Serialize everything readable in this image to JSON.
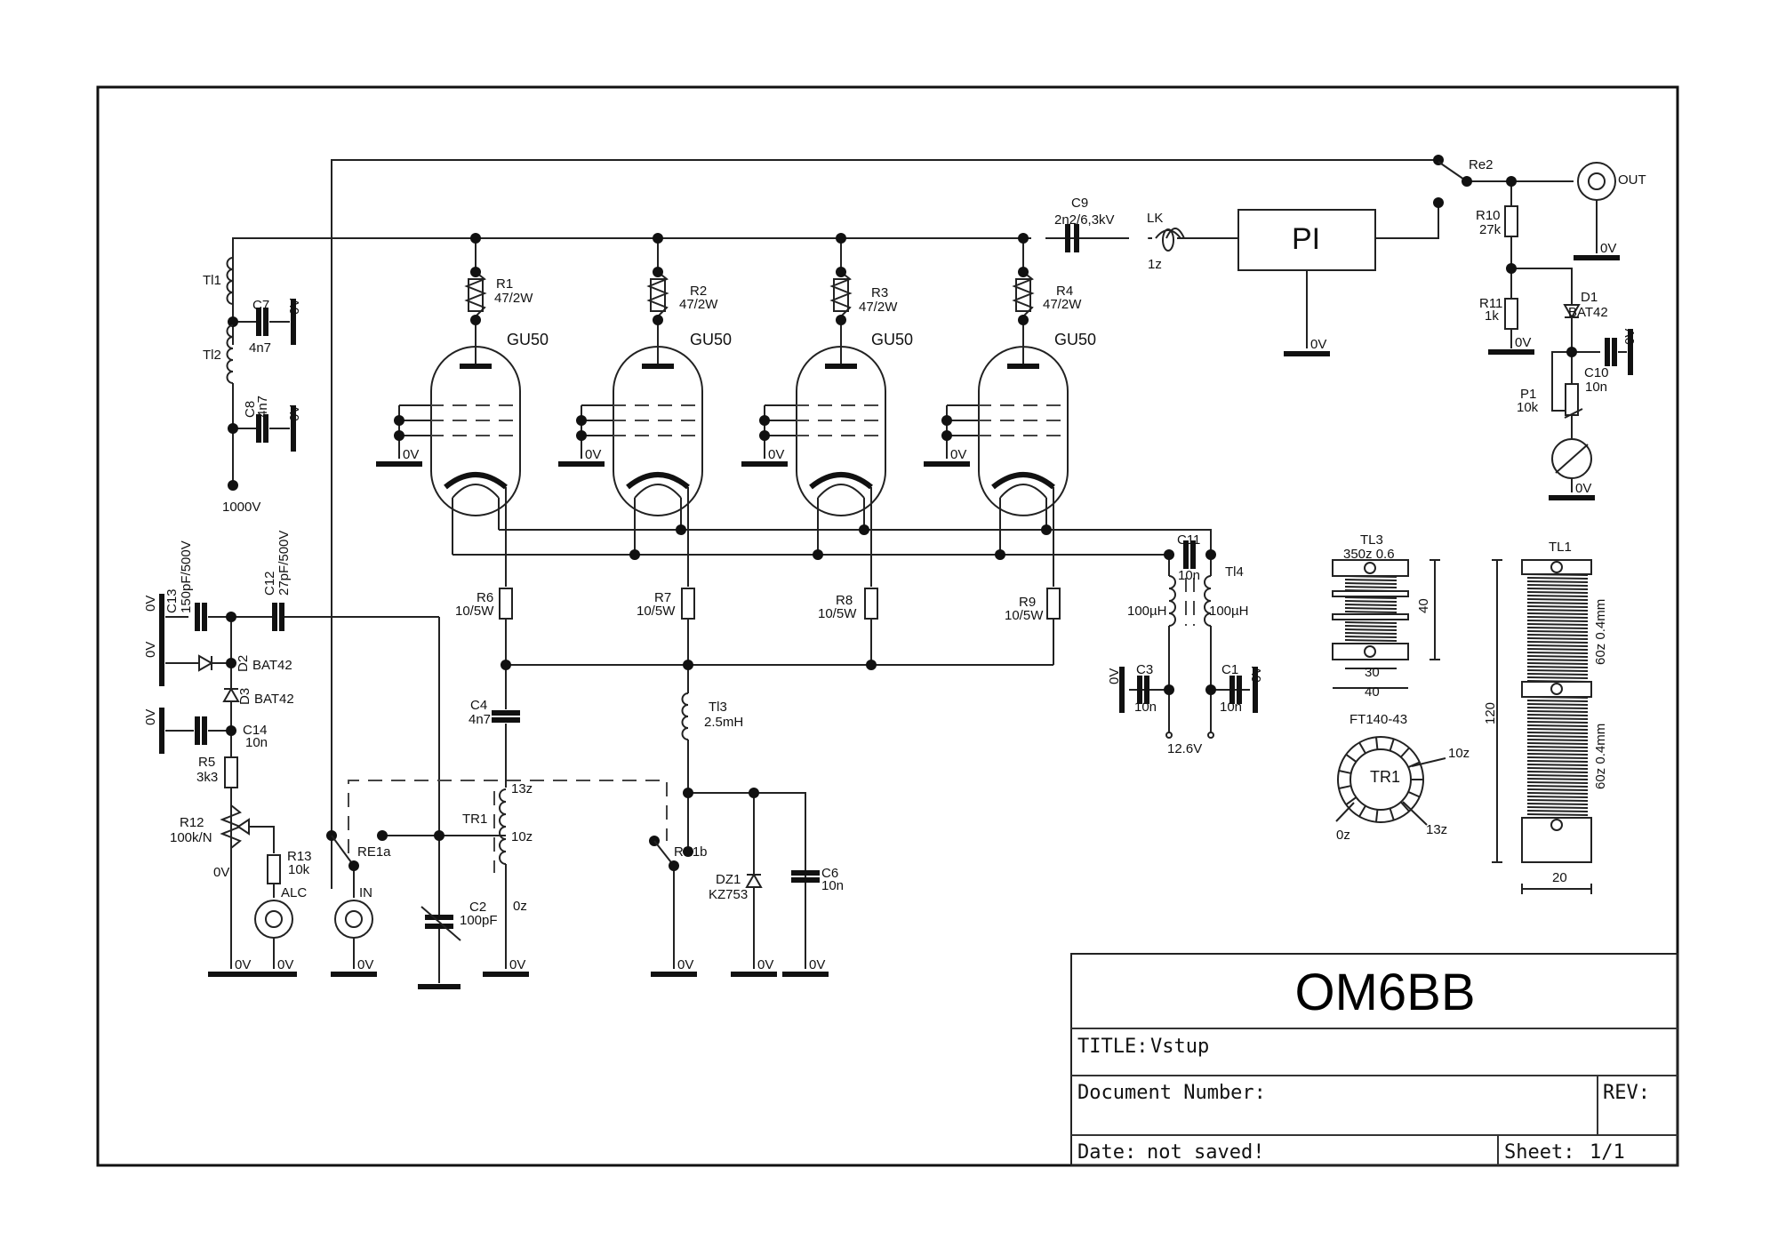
{
  "title_block": {
    "heading": "OM6BB",
    "title_label": "TITLE:",
    "title_value": "Vstup",
    "document_number_label": "Document Number:",
    "rev_label": "REV:",
    "date_label": "Date:",
    "date_value": "not saved!",
    "sheet_label": "Sheet:",
    "sheet_value": "1/1"
  },
  "ground_label": "0V",
  "tubes": [
    {
      "type": "GU50",
      "grid_resistor": {
        "ref": "R1",
        "value": "47/2W"
      },
      "cathode_resistor": {
        "ref": "R6",
        "value": "10/5W"
      }
    },
    {
      "type": "GU50",
      "grid_resistor": {
        "ref": "R2",
        "value": "47/2W"
      },
      "cathode_resistor": {
        "ref": "R7",
        "value": "10/5W"
      }
    },
    {
      "type": "GU50",
      "grid_resistor": {
        "ref": "R3",
        "value": "47/2W"
      },
      "cathode_resistor": {
        "ref": "R8",
        "value": "10/5W"
      }
    },
    {
      "type": "GU50",
      "grid_resistor": {
        "ref": "R4",
        "value": "47/2W"
      },
      "cathode_resistor": {
        "ref": "R9",
        "value": "10/5W"
      }
    }
  ],
  "components": {
    "tl1": {
      "ref": "Tl1"
    },
    "tl2": {
      "ref": "Tl2"
    },
    "c7": {
      "ref": "C7",
      "value": "4n7"
    },
    "c8": {
      "ref": "C8",
      "value": "4n7"
    },
    "supply_hv": "1000V",
    "c9": {
      "ref": "C9",
      "value": "2n2/6,3kV"
    },
    "lk": {
      "ref": "LK",
      "value": "1z"
    },
    "pi": {
      "ref": "PI"
    },
    "re2": {
      "ref": "Re2"
    },
    "out": {
      "ref": "OUT"
    },
    "r10": {
      "ref": "R10",
      "value": "27k"
    },
    "r11": {
      "ref": "R11",
      "value": "1k"
    },
    "d1": {
      "ref": "D1",
      "value": "BAT42"
    },
    "c10": {
      "ref": "C10",
      "value": "10n"
    },
    "p1": {
      "ref": "P1",
      "value": "10k"
    },
    "c13": {
      "ref": "C13",
      "value": "150pF/500V"
    },
    "c12": {
      "ref": "C12",
      "value": "27pF/500V"
    },
    "d2": {
      "ref": "D2",
      "value": "BAT42"
    },
    "d3": {
      "ref": "D3",
      "value": "BAT42"
    },
    "c14": {
      "ref": "C14",
      "value": "10n"
    },
    "r5": {
      "ref": "R5",
      "value": "3k3"
    },
    "r12": {
      "ref": "R12",
      "value": "100k/N"
    },
    "r13": {
      "ref": "R13",
      "value": "10k"
    },
    "alc": {
      "ref": "ALC"
    },
    "in": {
      "ref": "IN"
    },
    "re1a": {
      "ref": "RE1a"
    },
    "re1b": {
      "ref": "RE1b"
    },
    "c2": {
      "ref": "C2",
      "value": "100pF"
    },
    "c4": {
      "ref": "C4",
      "value": "4n7"
    },
    "tr1": {
      "ref": "TR1",
      "taps": [
        "13z",
        "10z",
        "0z"
      ]
    },
    "tl3": {
      "ref": "Tl3",
      "value": "2.5mH"
    },
    "dz1": {
      "ref": "DZ1",
      "value": "KZ753"
    },
    "c6": {
      "ref": "C6",
      "value": "10n"
    },
    "c11": {
      "ref": "C11",
      "value": "10n"
    },
    "tl4": {
      "ref": "Tl4",
      "value_left": "100µH",
      "value_right": "100µH"
    },
    "c3": {
      "ref": "C3",
      "value": "10n"
    },
    "c1": {
      "ref": "C1",
      "value": "10n"
    },
    "heater_supply": "12.6V"
  },
  "details": {
    "tl3_coil": {
      "ref": "TL3",
      "spec": "350z 0.6",
      "height_dim": "40",
      "inner_width_dim": "30",
      "outer_width_dim": "40"
    },
    "tr1_toroid": {
      "core": "FT140-43",
      "ref": "TR1",
      "taps": [
        "10z",
        "13z",
        "0z"
      ]
    },
    "tl1_coil": {
      "ref": "TL1",
      "winding_top": "60z 0.4mm",
      "winding_bottom": "60z 0.4mm",
      "length_dim": "120",
      "width_dim": "20"
    }
  }
}
